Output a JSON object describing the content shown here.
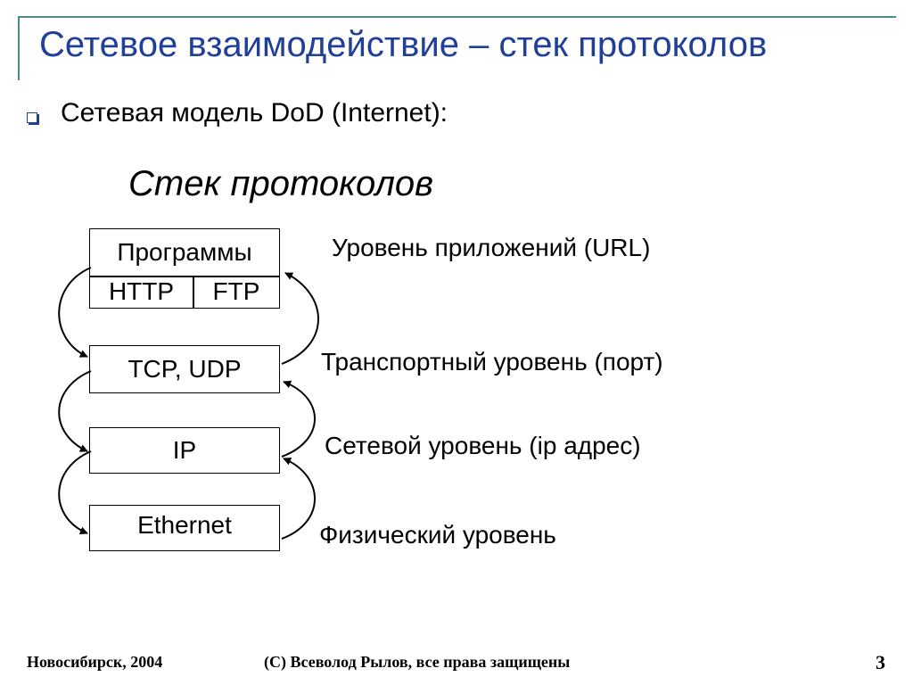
{
  "slide": {
    "title": "Сетевое взаимодействие – стек протоколов",
    "bullet": "Сетевая модель DoD (Internet):",
    "stack_heading": "Стек протоколов"
  },
  "stack": {
    "application": {
      "programs": "Программы",
      "http": "HTTP",
      "ftp": "FTP",
      "label": "Уровень приложений (URL)"
    },
    "transport": {
      "box": "TCP, UDP",
      "label": "Транспортный уровень (порт)"
    },
    "network": {
      "box": "IP",
      "label": "Сетевой уровень (ip адрес)"
    },
    "physical": {
      "box": "Ethernet",
      "label": "Физический уровень"
    }
  },
  "footer": {
    "left": "Новосибирск, 2004",
    "center": "(C) Всеволод Рылов, все права защищены",
    "page": "3"
  },
  "colors": {
    "title": "#1f3f99",
    "rule": "#4f8a8b",
    "text": "#000000"
  }
}
